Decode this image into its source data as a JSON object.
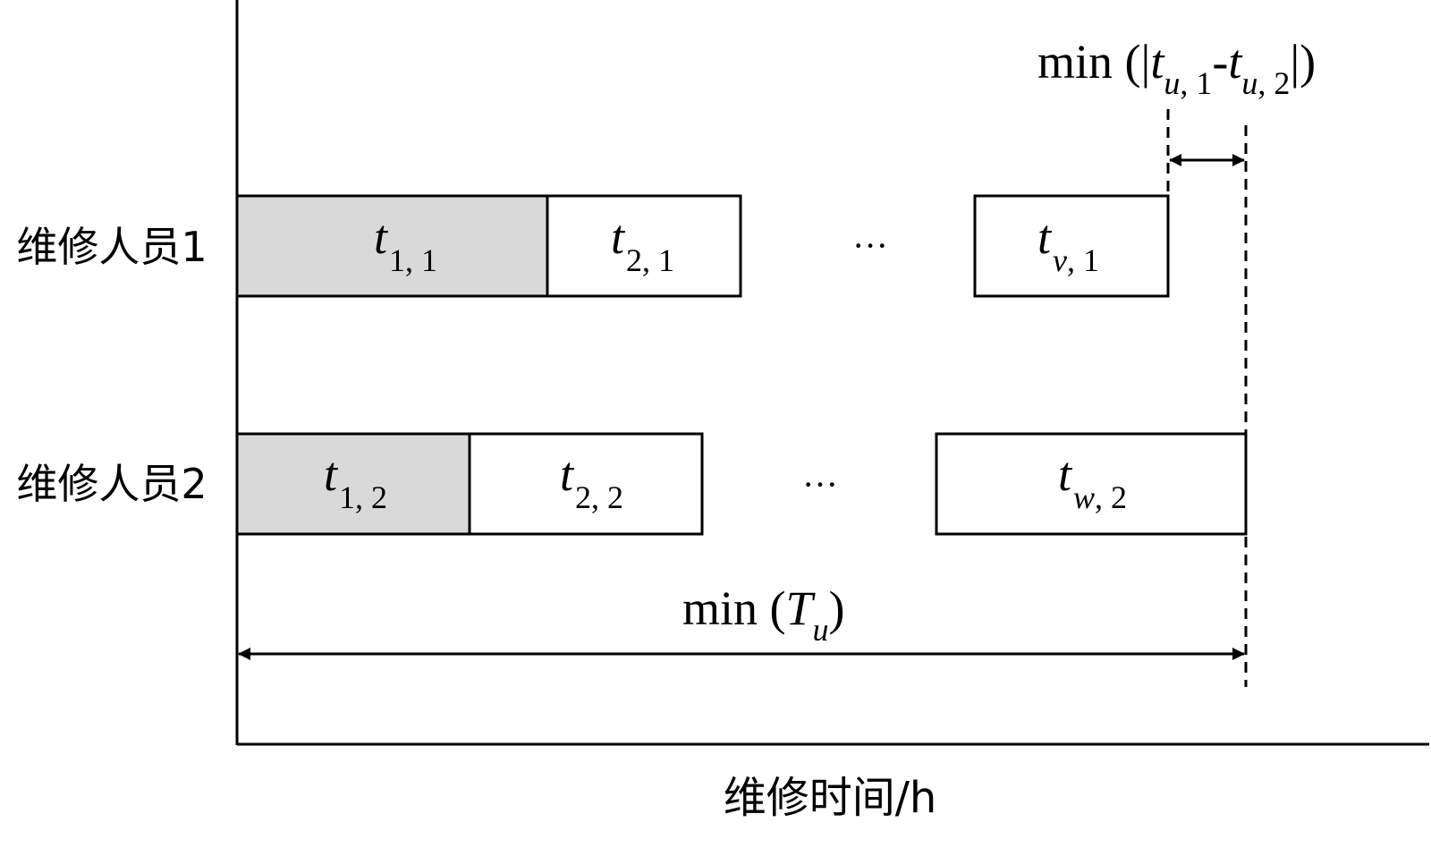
{
  "x_axis_label": "维修时间/h",
  "rows": [
    {
      "label": "维修人员1",
      "tasks": [
        {
          "var": "t",
          "sub": "1, 1",
          "shaded": true
        },
        {
          "var": "t",
          "sub": "2, 1",
          "shaded": false
        },
        {
          "var": "t",
          "sub_var": "v",
          "sub_rest": ", 1",
          "shaded": false
        }
      ],
      "ellipsis": "···"
    },
    {
      "label": "维修人员2",
      "tasks": [
        {
          "var": "t",
          "sub": "1, 2",
          "shaded": true
        },
        {
          "var": "t",
          "sub": "2, 2",
          "shaded": false
        },
        {
          "var": "t",
          "sub_var": "w",
          "sub_rest": ", 2",
          "shaded": false
        }
      ],
      "ellipsis": "···"
    }
  ],
  "annotations": {
    "gap": {
      "func": "min (|",
      "v1": "t",
      "s1": "u",
      "s1b": ", 1",
      "dash": "-",
      "v2": "t",
      "s2": "u",
      "s2b": ", 2",
      "close": "|)"
    },
    "total": {
      "func": "min (",
      "var": "T",
      "sub": "u",
      "close": ")"
    }
  },
  "colors": {
    "shaded": "#d9d9d9",
    "stroke": "#000000",
    "background": "#ffffff"
  }
}
